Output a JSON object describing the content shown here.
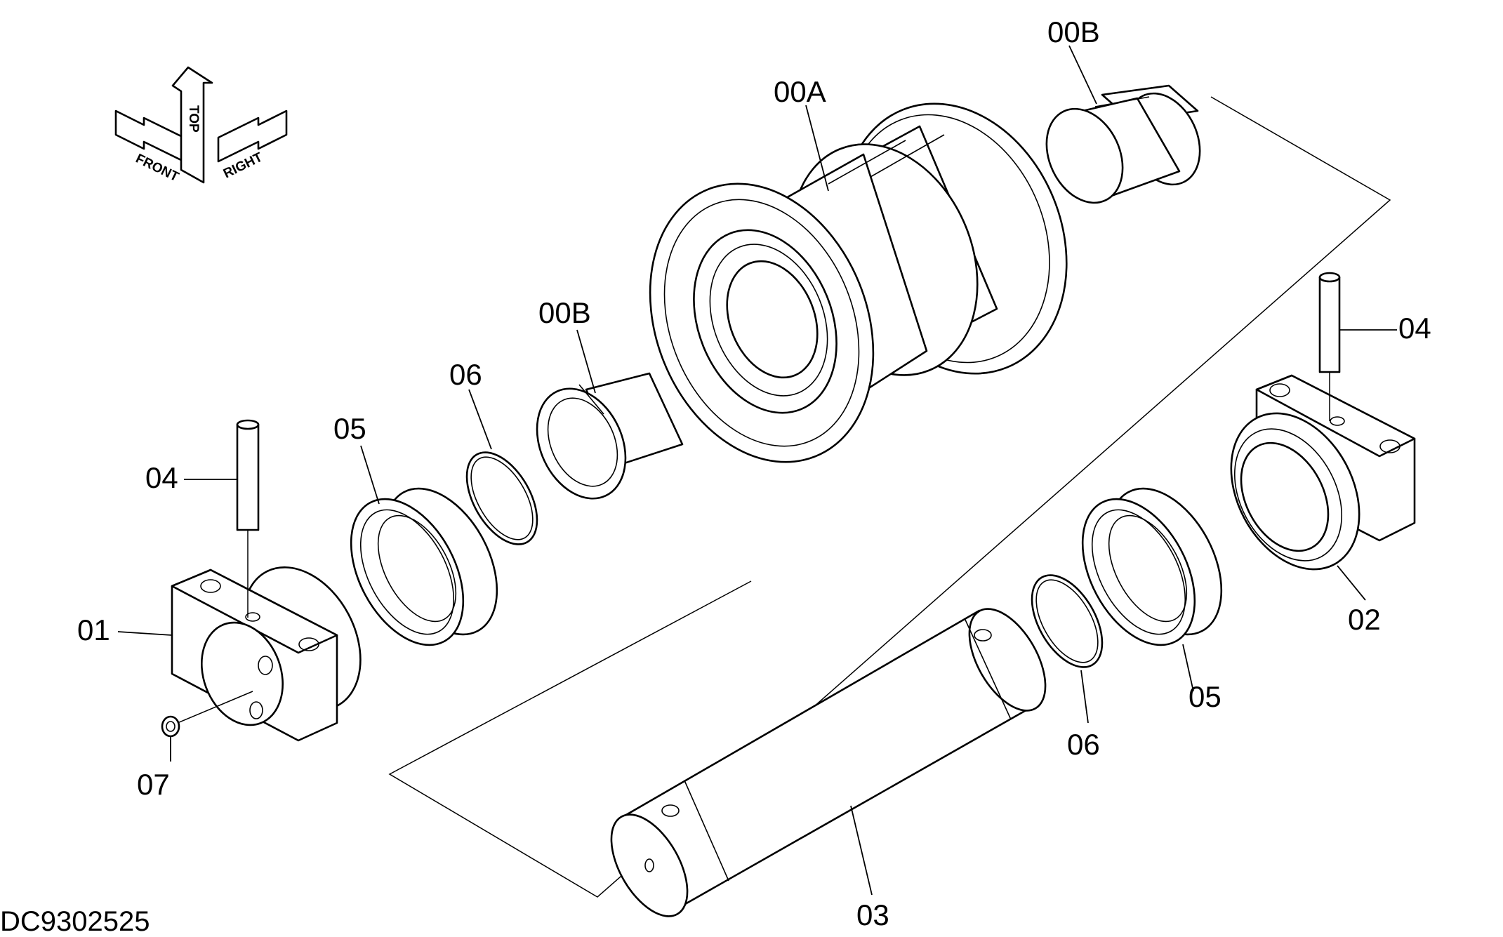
{
  "drawing_id": "DC9302525",
  "orientation": {
    "front": "FRONT",
    "top": "TOP",
    "right": "RIGHT"
  },
  "callouts": {
    "roller": "00A",
    "bushing_upper": "00B",
    "bushing_lower": "00B",
    "pin_right": "04",
    "pin_left": "04",
    "collar_left": "01",
    "collar_right": "02",
    "shaft": "03",
    "seal_left": "05",
    "seal_right": "05",
    "oring_left": "06",
    "oring_right": "06",
    "plug": "07"
  }
}
